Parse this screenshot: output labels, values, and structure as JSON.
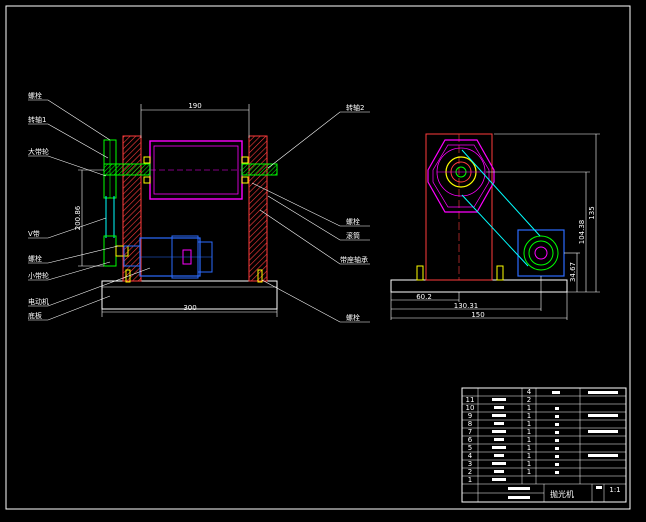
{
  "labels": {
    "left": [
      "螺栓",
      "转轴1",
      "大带轮",
      "V带",
      "螺栓",
      "小带轮",
      "电动机",
      "底板"
    ],
    "right": [
      "转轴2",
      "螺栓",
      "滚筒",
      "带座轴承",
      "螺栓"
    ]
  },
  "dimensions": {
    "front_top_width": "190",
    "front_belt_height": "200.86",
    "front_base_width": "300",
    "side_dim_1": "60.2",
    "side_dim_2": "130.31",
    "side_dim_3": "150",
    "side_h_1": "104.38",
    "side_h_2": "135",
    "side_h_3": "34.67"
  },
  "title_block": {
    "item_numbers": [
      "11",
      "10",
      "9",
      "8",
      "7",
      "6",
      "5",
      "4",
      "3",
      "2",
      "1"
    ],
    "quantities": [
      "4",
      "2",
      "1",
      "1",
      "1",
      "1",
      "1",
      "1",
      "1",
      "1",
      "1"
    ],
    "drawing_name": "抛光机",
    "scale": "1:1"
  },
  "colors": {
    "background": "#000000",
    "frame": "#ffffff",
    "wall": "#ff3b3b",
    "drum": "#ff00ff",
    "shaft": "#00ff00",
    "bolt": "#ffff00",
    "motor": "#2b6cff",
    "belt": "#00ffff",
    "leader": "#ffffff"
  }
}
